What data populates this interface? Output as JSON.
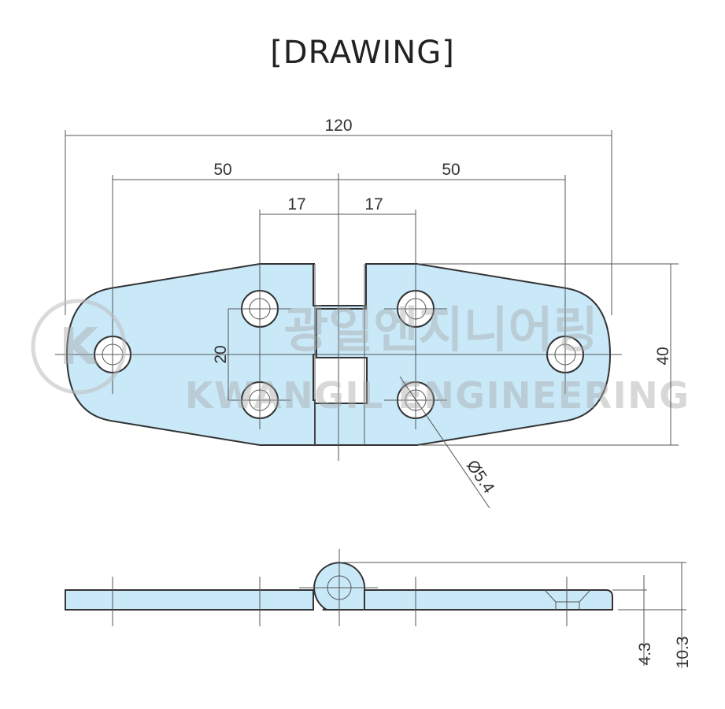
{
  "title": "[DRAWING]",
  "watermark": {
    "korean": "광일엔지니어링",
    "english": "KWANGIL ENGINEERING",
    "logo_letter": "K"
  },
  "dimensions": {
    "overall_length": "120",
    "hole_span_left": "50",
    "hole_span_right": "50",
    "inner_left": "17",
    "inner_right": "17",
    "hole_pitch": "20",
    "width": "40",
    "hole_diameter": "Ø5.4",
    "plate_thickness": "4.3",
    "total_height": "10.3"
  },
  "colors": {
    "part_fill": "#c9e9f9",
    "line": "#333333"
  }
}
